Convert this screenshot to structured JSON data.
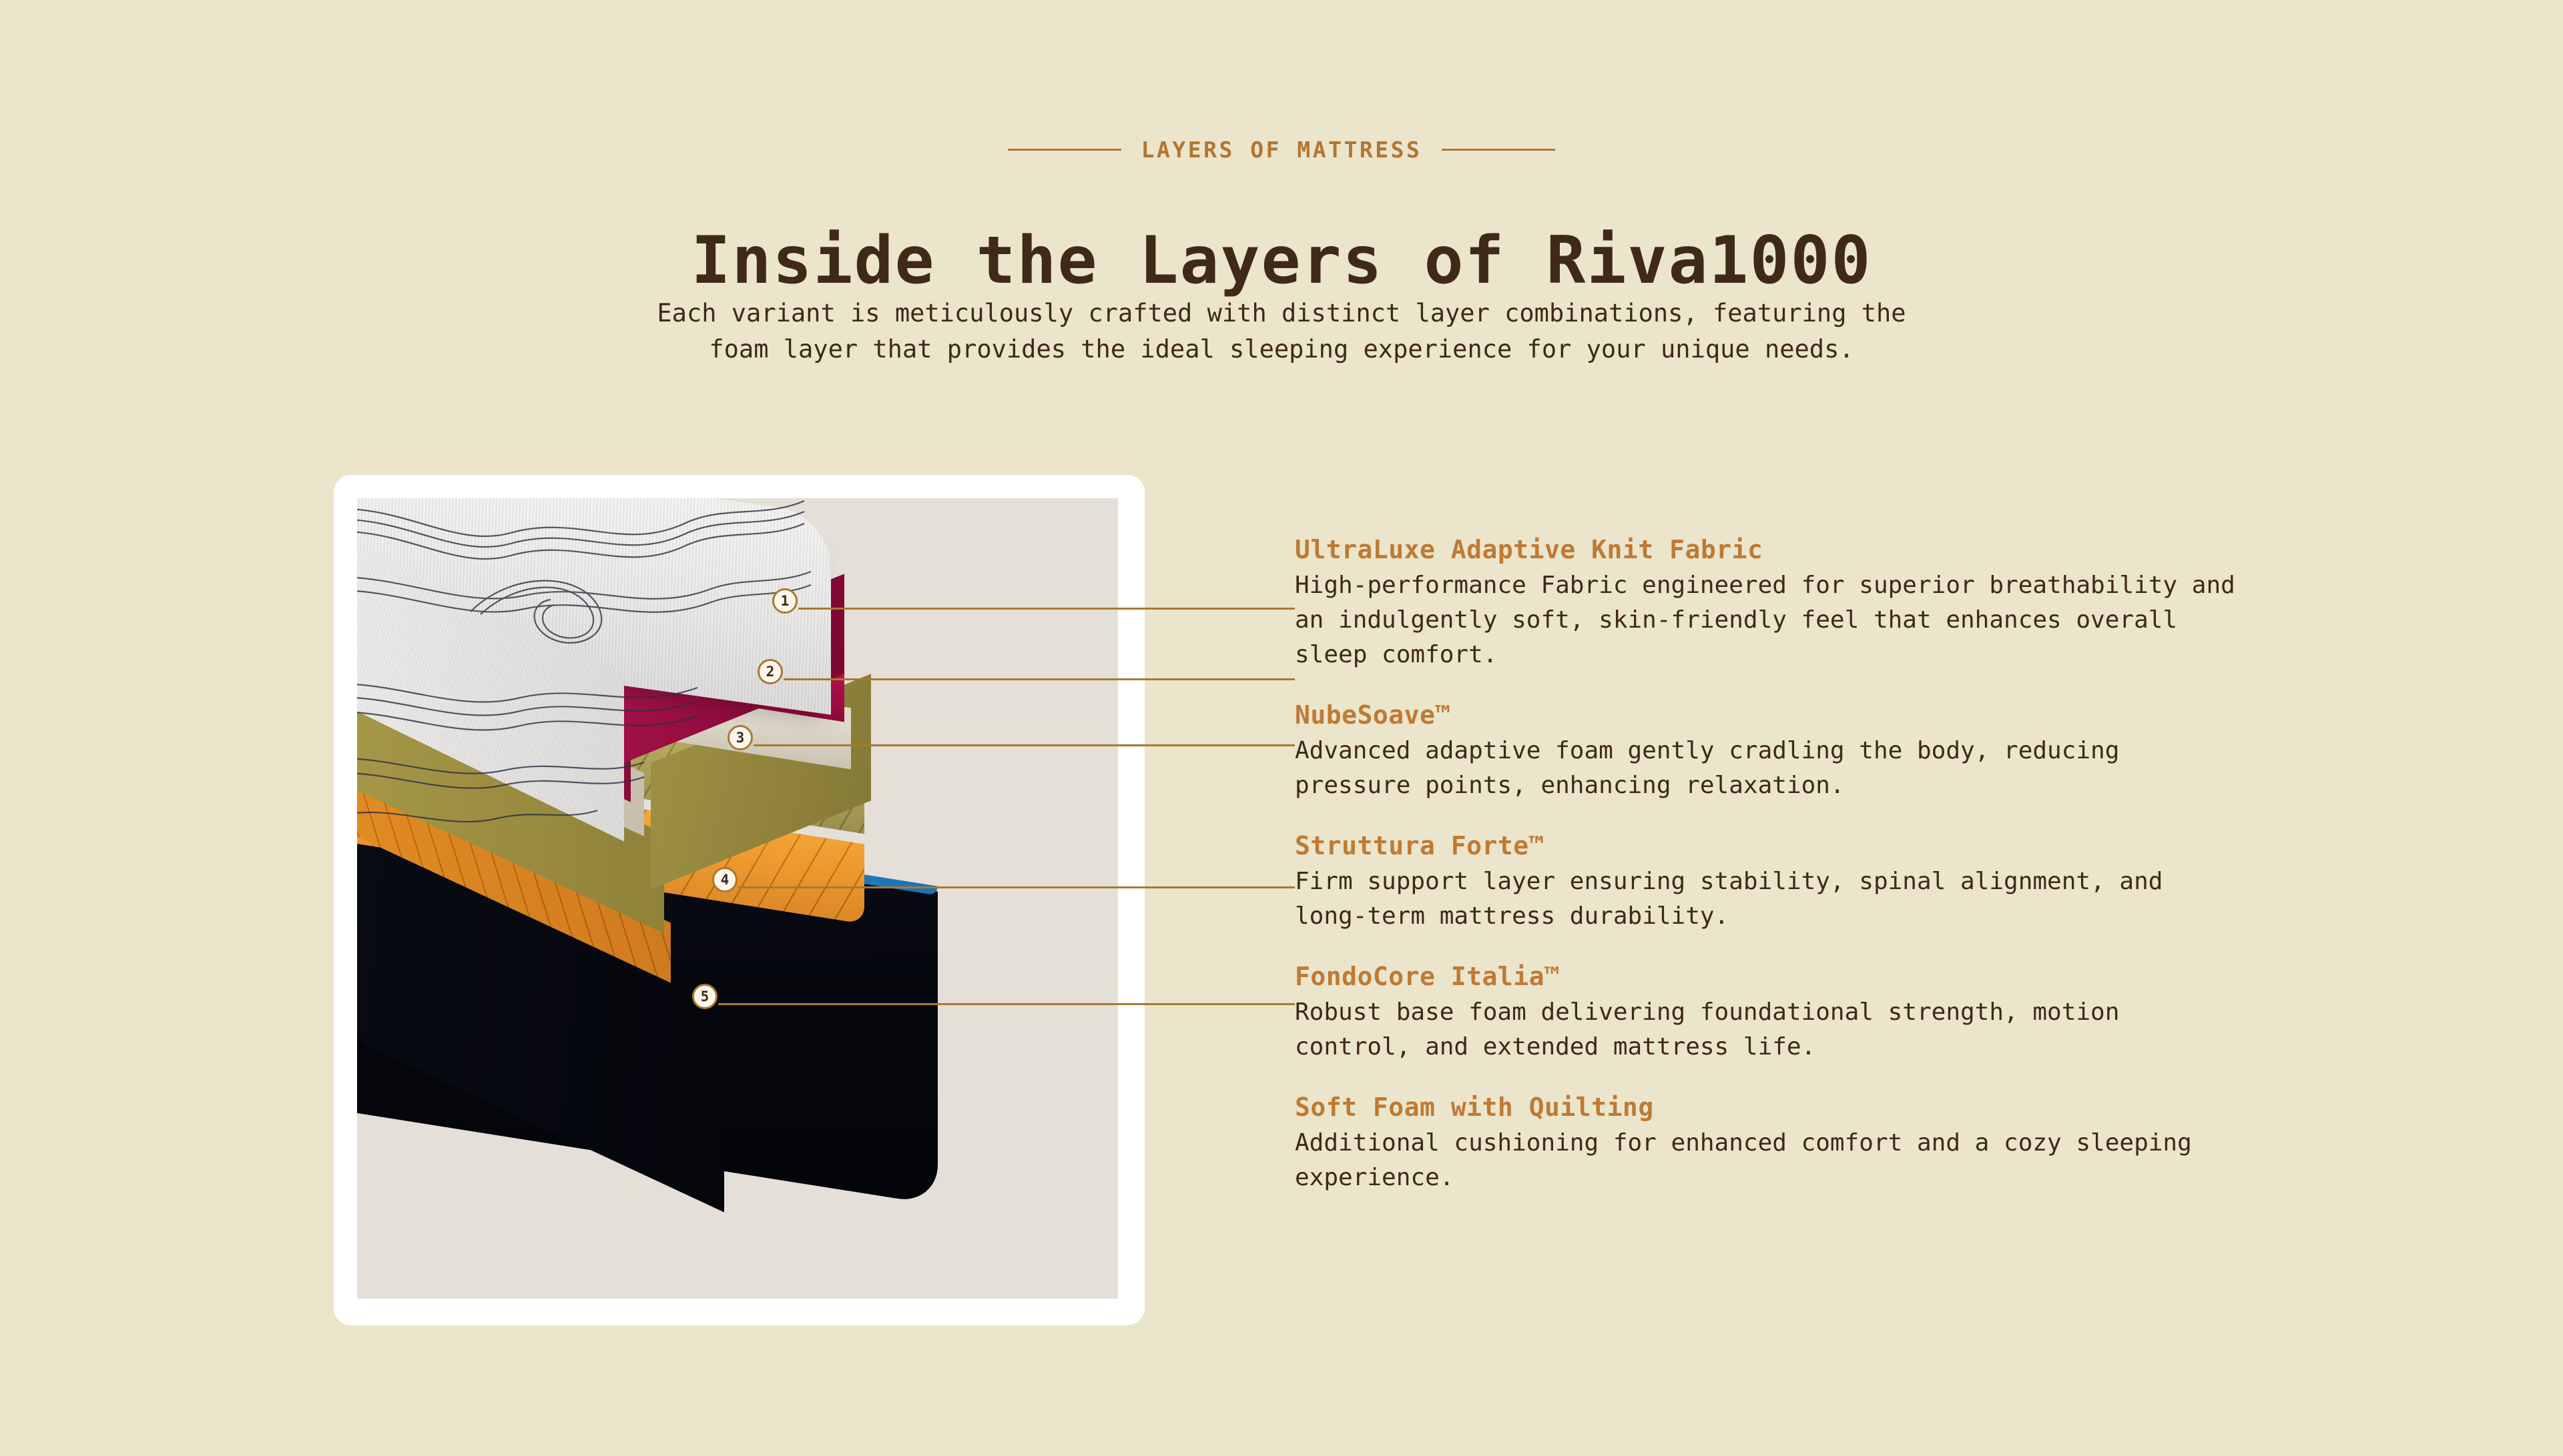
{
  "header": {
    "eyebrow": "LAYERS OF MATTRESS",
    "title": "Inside the Layers of Riva1000",
    "subtitle_line1": "Each variant is meticulously crafted with distinct layer combinations, featuring the",
    "subtitle_line2": "foam layer that provides the ideal sleeping experience for your unique needs."
  },
  "colors": {
    "background": "#EBE5CC",
    "accent": "#BF7A33",
    "rule": "#B3762F",
    "text": "#3E2A16",
    "card": "#FFFFFF",
    "photo_bg": "#E4E0D8",
    "layer_knit": "#E6E5E3",
    "layer_crimson": "#B5114C",
    "layer_cream": "#D9D3C6",
    "layer_olive": "#A99B4E",
    "layer_orange": "#ED8C12",
    "layer_base": "#07080F",
    "layer_piping": "#1C6FB5"
  },
  "diagram": {
    "markers": [
      "1",
      "2",
      "3",
      "4",
      "5"
    ]
  },
  "layers": [
    {
      "num": "1",
      "title": "UltraLuxe Adaptive Knit Fabric",
      "description": "High-performance Fabric engineered for superior breathability and an indulgently soft, skin-friendly feel that enhances overall sleep comfort."
    },
    {
      "num": "2",
      "title": "NubeSoave™",
      "description": "Advanced adaptive foam gently cradling the body, reducing pressure points, enhancing relaxation."
    },
    {
      "num": "3",
      "title": "Struttura Forte™",
      "description": "Firm support layer ensuring stability, spinal alignment, and long-term mattress durability."
    },
    {
      "num": "4",
      "title": "FondoCore Italia™",
      "description": "Robust base foam delivering foundational strength, motion control, and extended mattress life."
    },
    {
      "num": "5",
      "title": "Soft Foam with Quilting",
      "description": "Additional cushioning for enhanced comfort and a cozy sleeping experience."
    }
  ]
}
